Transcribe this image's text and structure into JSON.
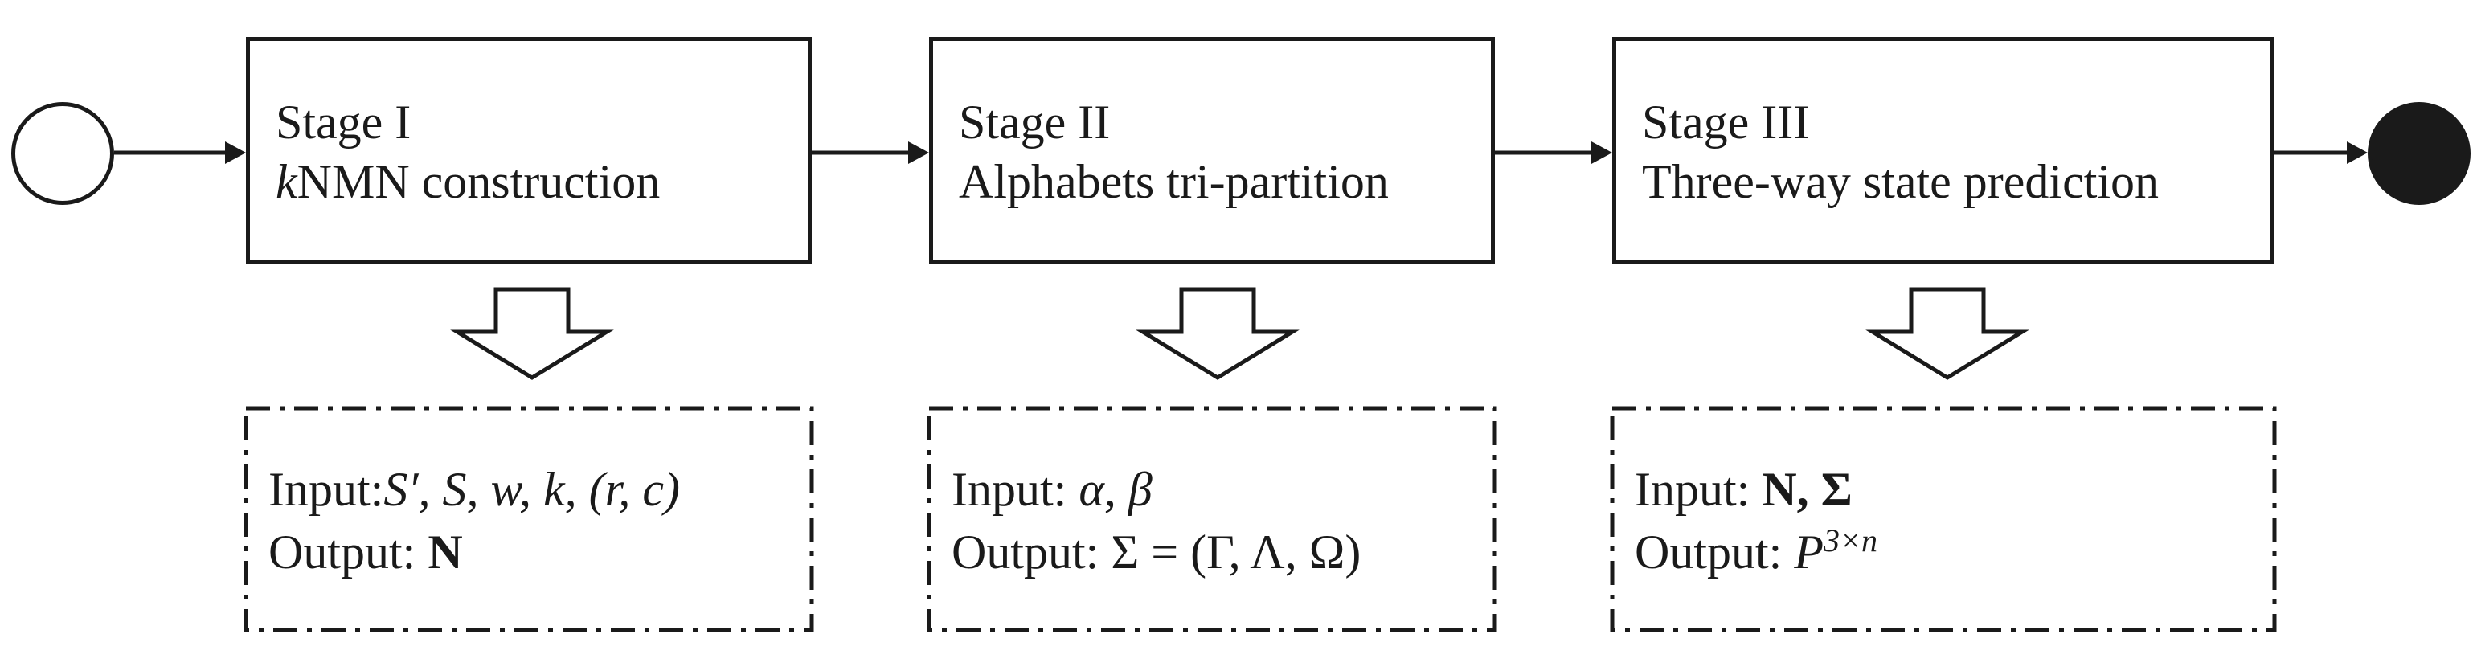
{
  "stages": [
    {
      "label": "Stage I",
      "subtitle_prefix": "k",
      "subtitle": "NMN construction",
      "input_prefix": "Input:",
      "input_value": "S′, S, w, k, (r, c)",
      "output_prefix": "Output: ",
      "output_value": "N"
    },
    {
      "label": "Stage II",
      "subtitle_prefix": "",
      "subtitle": "Alphabets tri-partition",
      "input_prefix": "Input: ",
      "input_value": "α, β",
      "output_prefix": "Output: ",
      "output_value": "Σ = (Γ, Λ, Ω)"
    },
    {
      "label": "Stage III",
      "subtitle_prefix": "",
      "subtitle": "Three-way state prediction",
      "input_prefix": "Input: ",
      "input_value": "N, Σ",
      "output_prefix": "Output: ",
      "output_value": "P",
      "output_superscript": "3×n"
    }
  ],
  "nodes": {
    "start": "open-circle",
    "end": "filled-circle"
  },
  "colors": {
    "stroke": "#1a1a1a",
    "fill": "#ffffff"
  }
}
